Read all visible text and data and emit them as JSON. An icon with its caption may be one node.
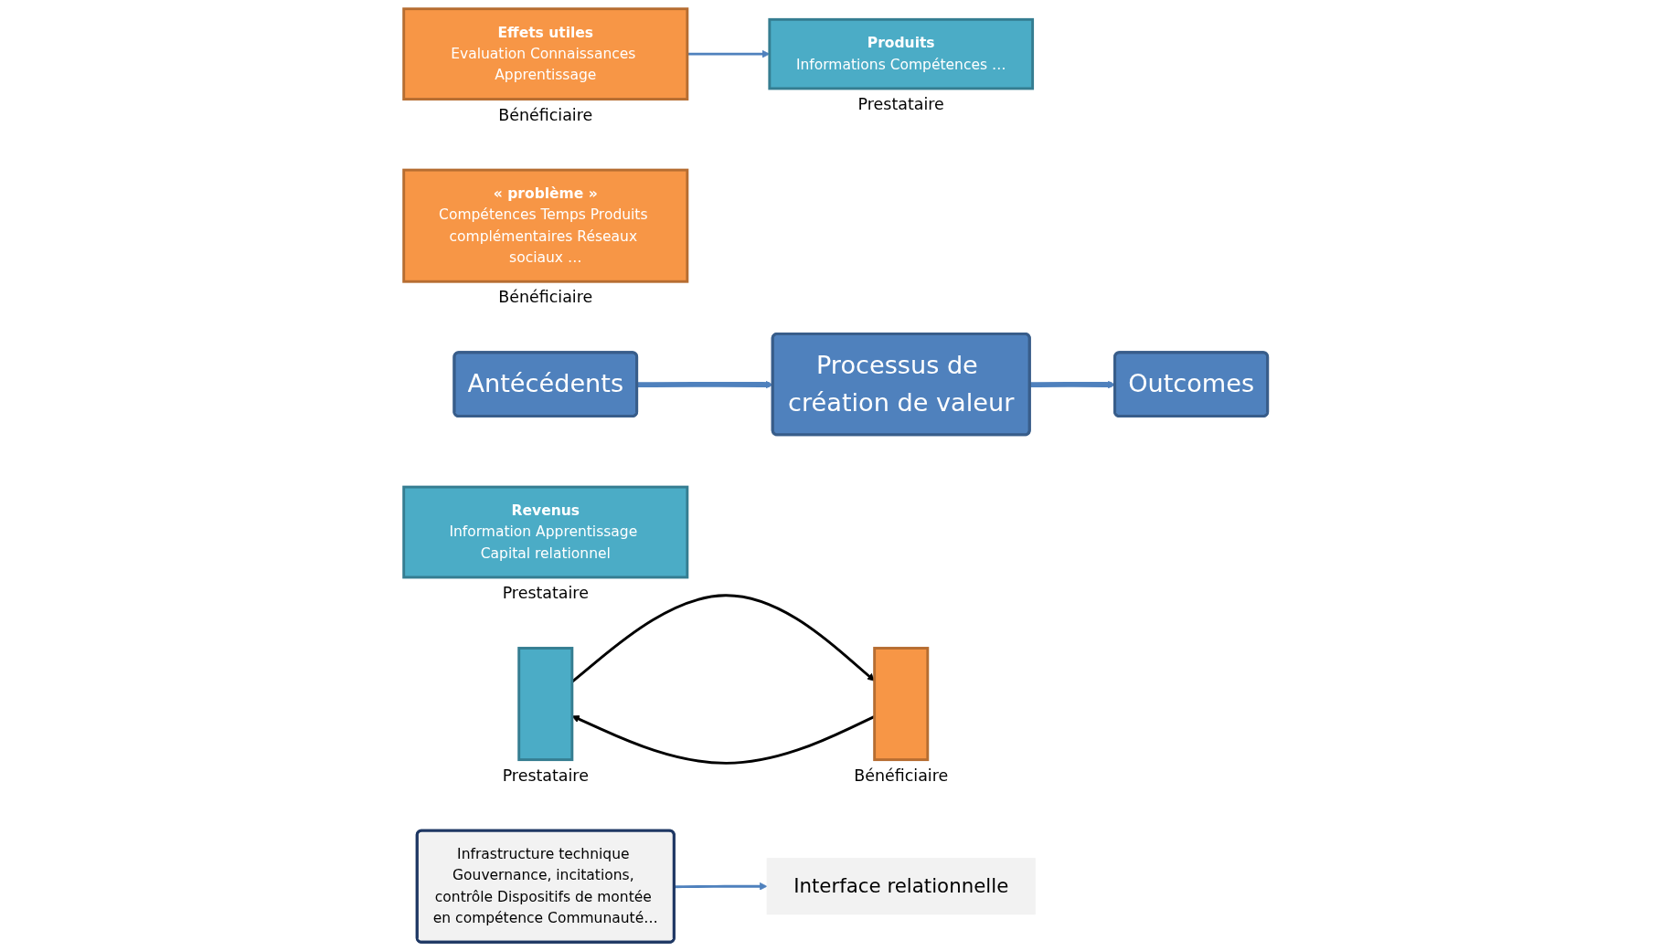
{
  "diagram": {
    "nodes": [
      {
        "text": [
          "Antécédents"
        ]
      },
      {
        "text": [
          "Produits",
          "Informations Compétences …"
        ],
        "beside": [
          "Prestataire"
        ]
      },
      {
        "text": [
          "« problème »",
          "Compétences Temps Produits complémentaires Réseaux sociaux …"
        ],
        "beside": [
          "Bénéficiaire"
        ]
      },
      {
        "text": [
          "Processus de création de valeur"
        ]
      },
      {
        "text": [],
        "shape": "box",
        "beside": [
          "Prestataire"
        ]
      },
      {
        "text": [],
        "shape": "box",
        "beside": [
          "Bénéficiaire"
        ]
      },
      {
        "text": [
          "Interface relationnelle"
        ]
      },
      {
        "text": [
          "Outcomes"
        ]
      },
      {
        "text": [
          "Revenus",
          "Information Apprentissage Capital relationnel"
        ],
        "beside": [
          "Prestataire"
        ]
      },
      {
        "text": [
          "Effets utiles",
          "Evaluation Connaissances Apprentissage"
        ],
        "beside": [
          "Bénéficiaire"
        ]
      },
      {
        "text": [
          "Infrastructure technique Gouvernance, incitations, contrôle Dispositifs de montée en compétence Communauté…"
        ]
      }
    ],
    "edges": [
      {
        "from": 0,
        "to": 3,
        "arrow": "to",
        "style": "thick"
      },
      {
        "from": 3,
        "to": 7,
        "arrow": "to",
        "style": "thick"
      },
      {
        "from": 4,
        "to": 5,
        "arrow": "to",
        "color": "#000000"
      },
      {
        "from": 5,
        "to": 4,
        "arrow": "to",
        "color": "#000000"
      },
      {
        "from": 10,
        "to": 6,
        "arrow": "to"
      },
      {
        "from": 9,
        "to": 1,
        "arrow": "to"
      }
    ]
  }
}
